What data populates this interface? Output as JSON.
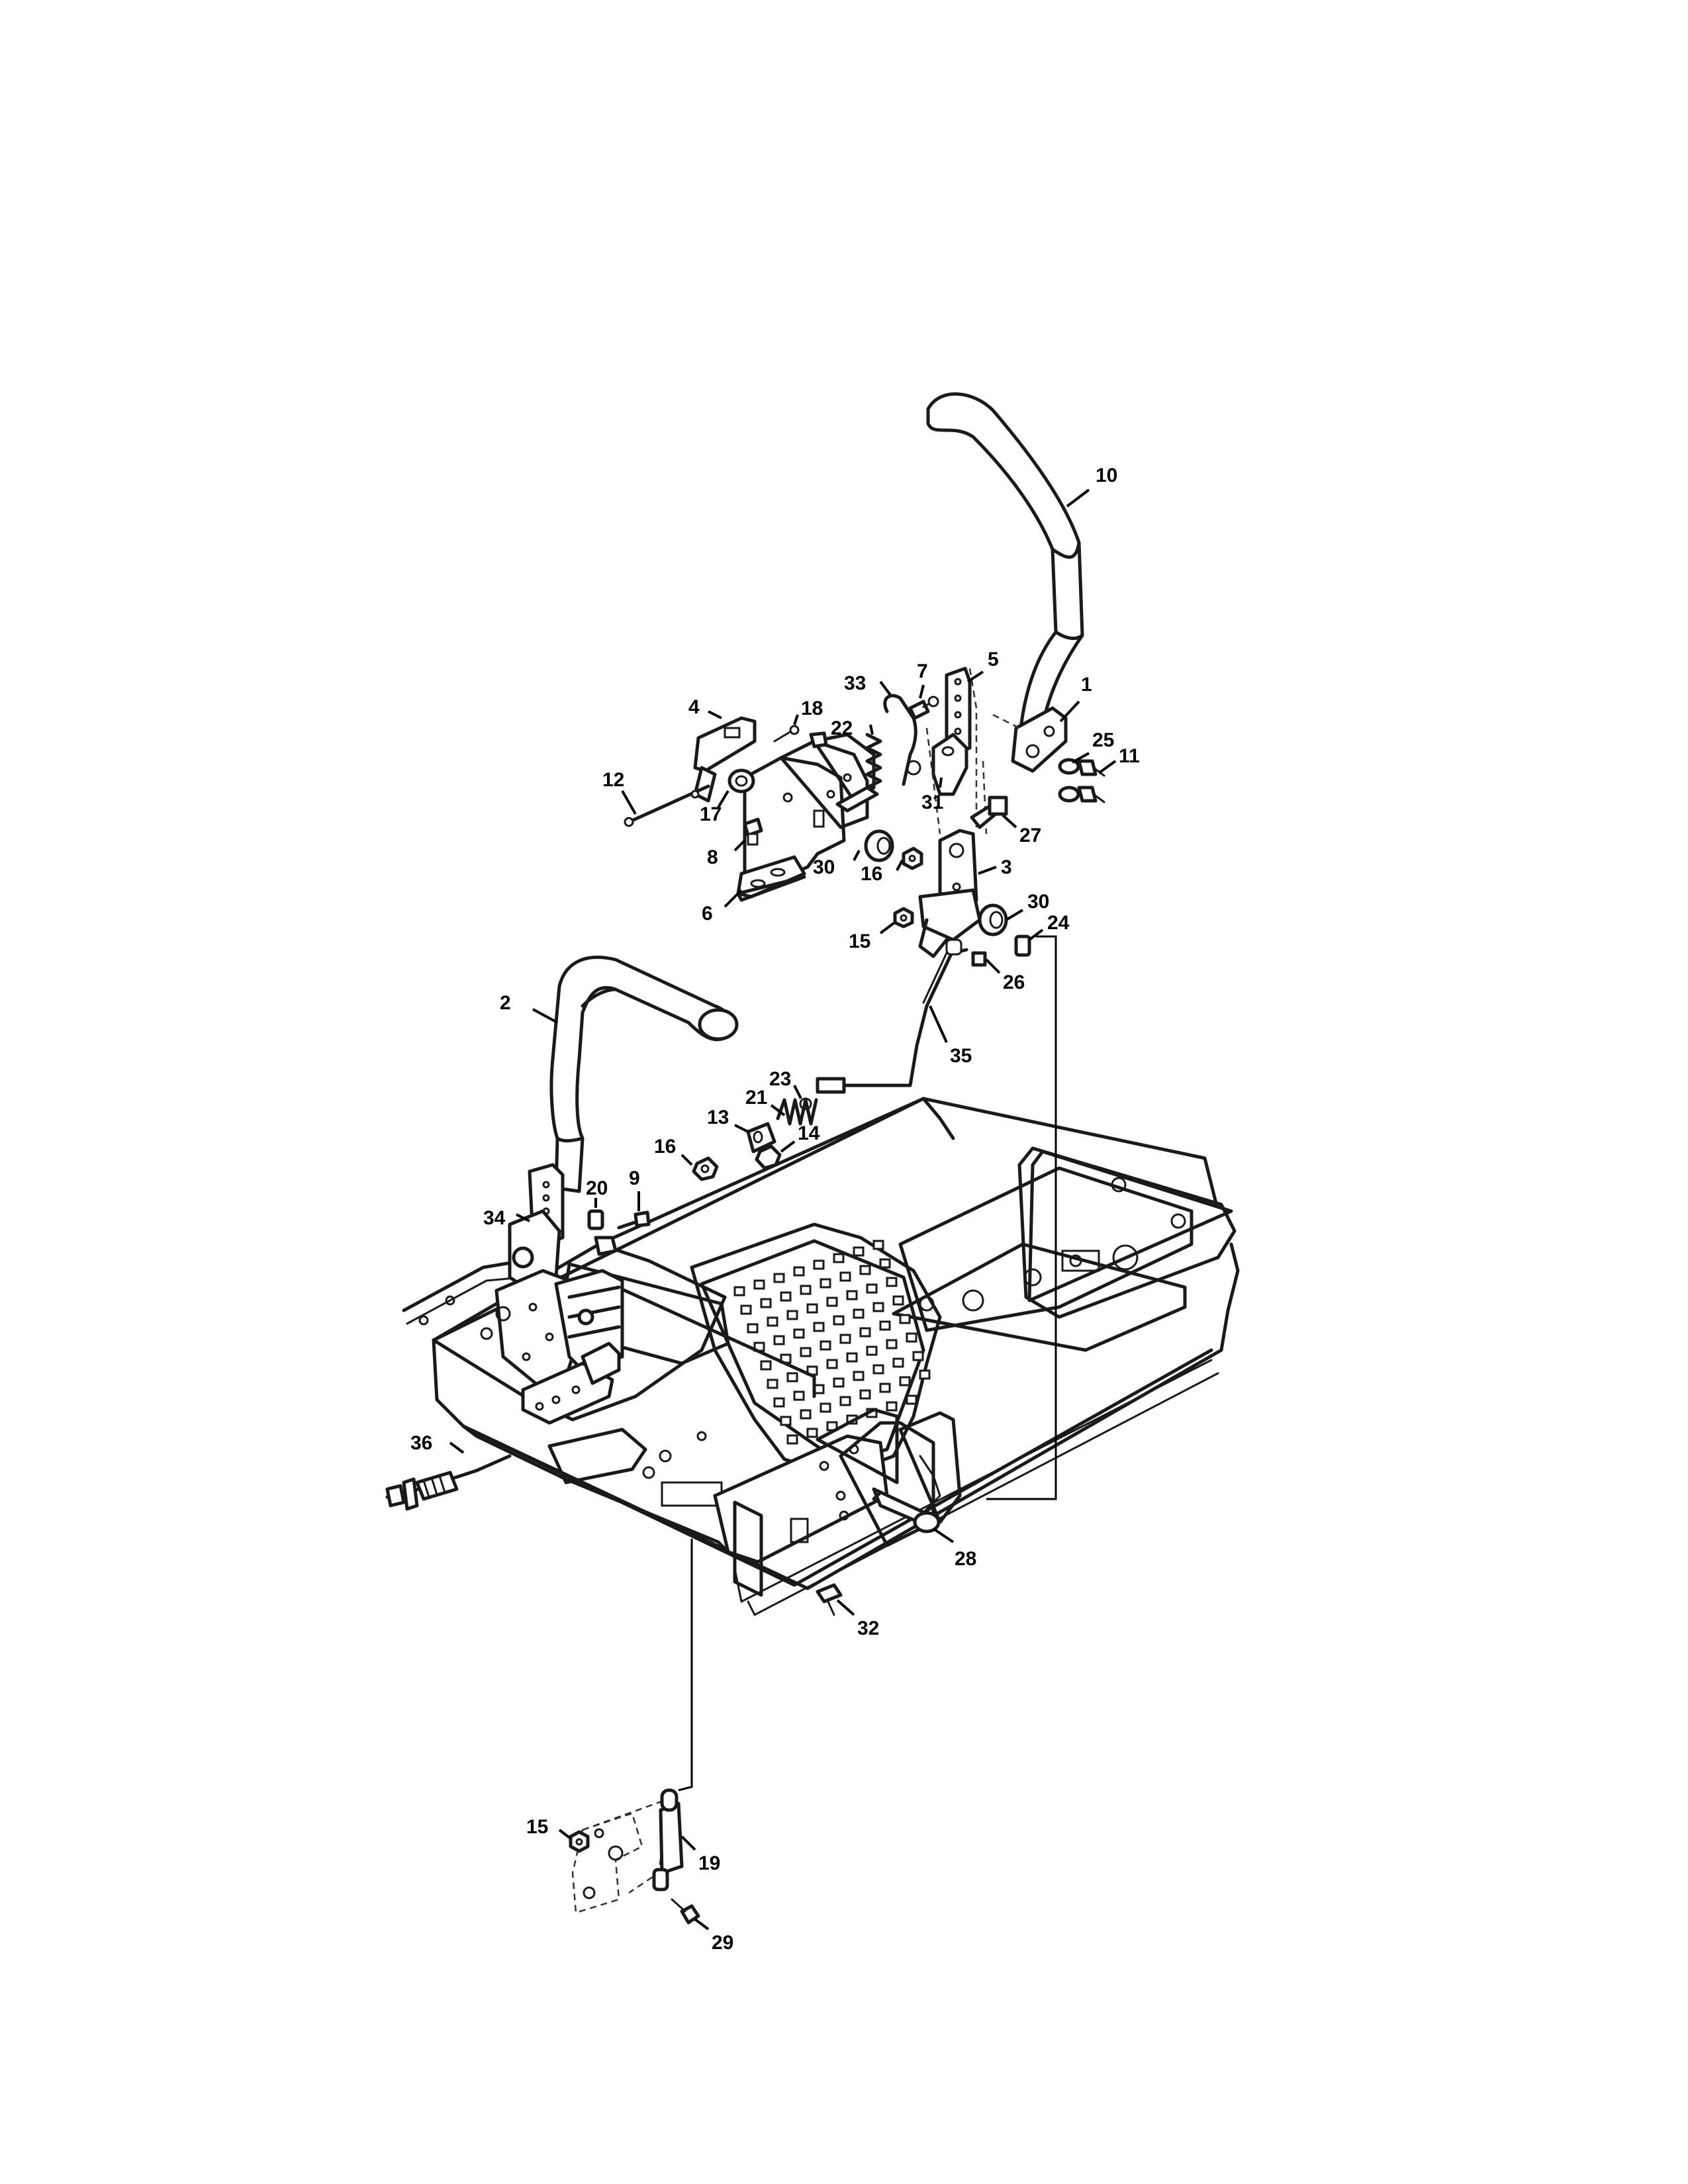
{
  "callouts": [
    {
      "id": "10",
      "label": "10"
    },
    {
      "id": "1",
      "label": "1"
    },
    {
      "id": "5",
      "label": "5"
    },
    {
      "id": "7",
      "label": "7"
    },
    {
      "id": "33",
      "label": "33"
    },
    {
      "id": "22",
      "label": "22"
    },
    {
      "id": "18",
      "label": "18"
    },
    {
      "id": "4",
      "label": "4"
    },
    {
      "id": "12",
      "label": "12"
    },
    {
      "id": "17",
      "label": "17"
    },
    {
      "id": "8",
      "label": "8"
    },
    {
      "id": "6",
      "label": "6"
    },
    {
      "id": "30a",
      "label": "30"
    },
    {
      "id": "16a",
      "label": "16"
    },
    {
      "id": "31",
      "label": "31"
    },
    {
      "id": "25",
      "label": "25"
    },
    {
      "id": "11",
      "label": "11"
    },
    {
      "id": "27",
      "label": "27"
    },
    {
      "id": "3",
      "label": "3"
    },
    {
      "id": "30b",
      "label": "30"
    },
    {
      "id": "24",
      "label": "24"
    },
    {
      "id": "15a",
      "label": "15"
    },
    {
      "id": "26",
      "label": "26"
    },
    {
      "id": "35",
      "label": "35"
    },
    {
      "id": "2",
      "label": "2"
    },
    {
      "id": "23",
      "label": "23"
    },
    {
      "id": "21",
      "label": "21"
    },
    {
      "id": "13",
      "label": "13"
    },
    {
      "id": "14",
      "label": "14"
    },
    {
      "id": "16b",
      "label": "16"
    },
    {
      "id": "9",
      "label": "9"
    },
    {
      "id": "20",
      "label": "20"
    },
    {
      "id": "34",
      "label": "34"
    },
    {
      "id": "36",
      "label": "36"
    },
    {
      "id": "28",
      "label": "28"
    },
    {
      "id": "32",
      "label": "32"
    },
    {
      "id": "15b",
      "label": "15"
    },
    {
      "id": "19",
      "label": "19"
    },
    {
      "id": "29",
      "label": "29"
    }
  ]
}
